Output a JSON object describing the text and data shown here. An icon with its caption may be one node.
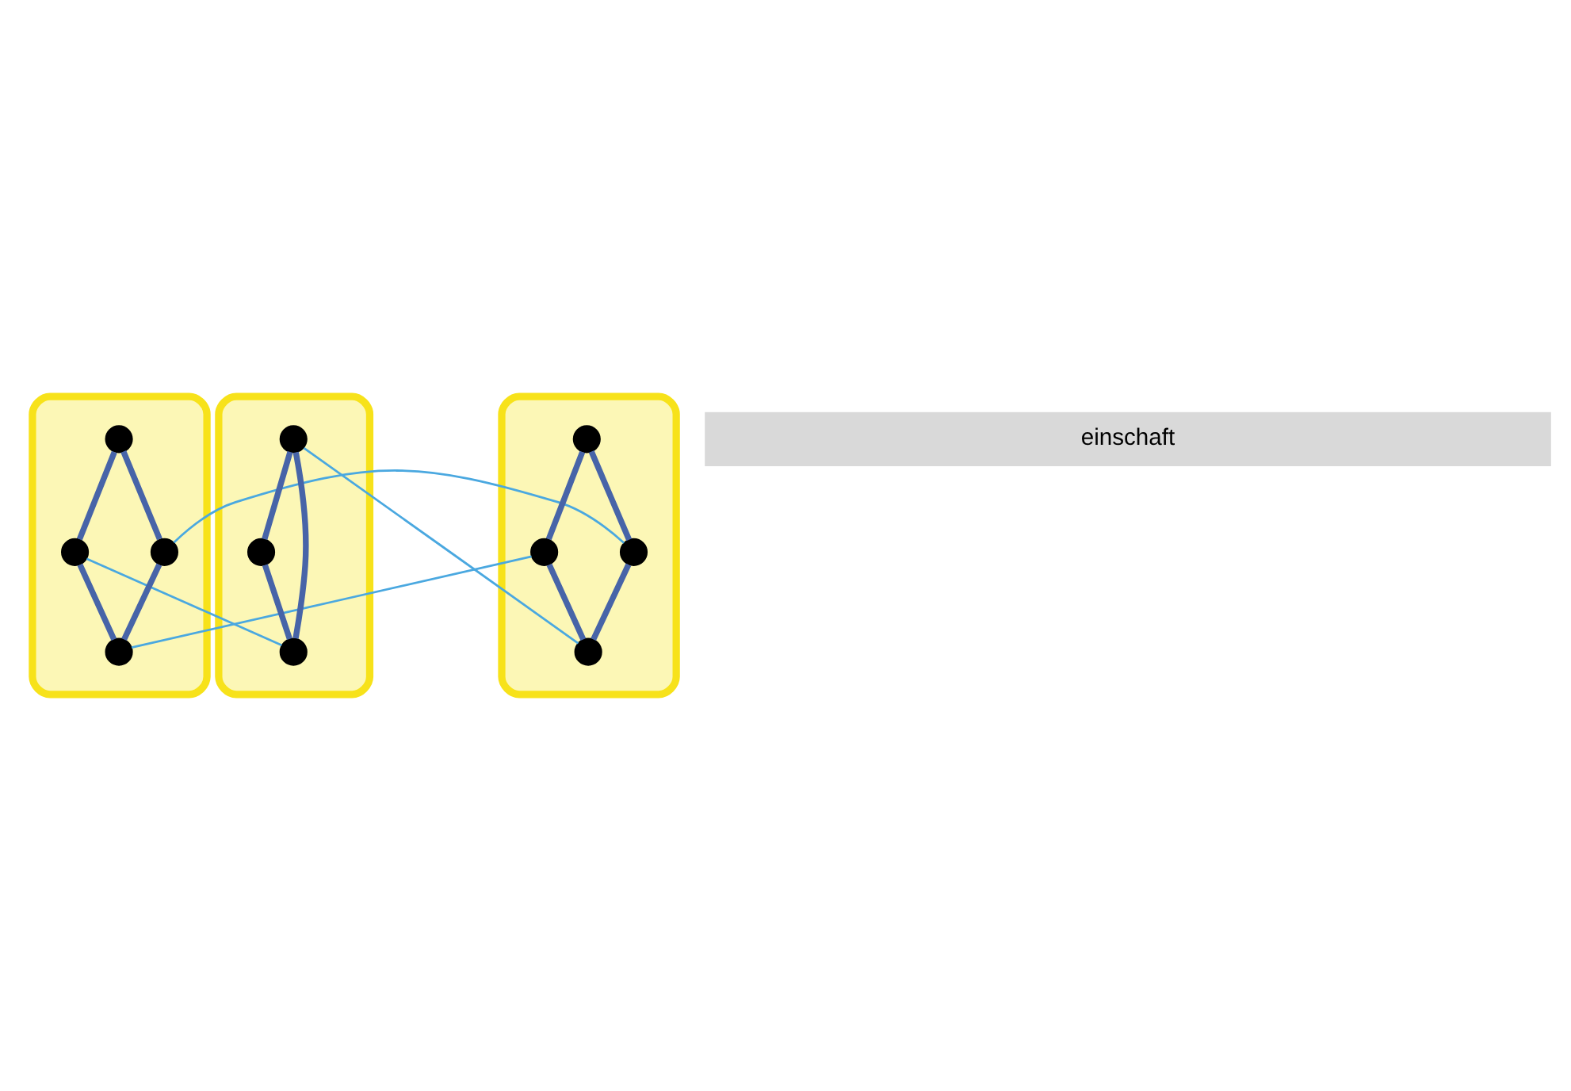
{
  "diagram": {
    "nodes": [
      {
        "text": [],
        "shape": "blob"
      },
      {
        "text": [],
        "shape": "circle",
        "in": 0
      },
      {
        "text": [],
        "shape": "circle",
        "in": 0
      },
      {
        "text": [],
        "shape": "circle",
        "in": 0
      },
      {
        "text": [],
        "shape": "circle",
        "in": 0
      },
      {
        "text": [],
        "shape": "blob"
      },
      {
        "text": [],
        "shape": "circle",
        "in": 5
      },
      {
        "text": [],
        "shape": "circle",
        "in": 5
      },
      {
        "text": [],
        "shape": "circle",
        "in": 5
      },
      {
        "text": [],
        "shape": "blob"
      },
      {
        "text": [],
        "shape": "circle",
        "in": 9
      },
      {
        "text": [],
        "shape": "circle",
        "in": 9
      },
      {
        "text": [],
        "shape": "circle",
        "in": 9
      },
      {
        "text": [],
        "shape": "circle",
        "in": 9
      }
    ],
    "edges": [
      {
        "from": 1,
        "to": 2,
        "arrow": "none"
      },
      {
        "from": 2,
        "to": 4,
        "arrow": "none"
      },
      {
        "from": 1,
        "to": 3,
        "arrow": "none"
      },
      {
        "from": 3,
        "to": 4,
        "arrow": "none"
      },
      {
        "from": 6,
        "to": 7,
        "arrow": "none"
      },
      {
        "from": 6,
        "to": 8,
        "arrow": "none"
      },
      {
        "from": 7,
        "to": 8,
        "arrow": "none"
      },
      {
        "from": 10,
        "to": 11,
        "arrow": "none"
      },
      {
        "from": 10,
        "to": 12,
        "arrow": "none"
      },
      {
        "from": 12,
        "to": 13,
        "arrow": "none"
      },
      {
        "from": 11,
        "to": 13,
        "arrow": "none"
      },
      {
        "from": 2,
        "to": 8,
        "arrow": "none",
        "color": "#4aa8e0"
      },
      {
        "from": 4,
        "to": 11,
        "arrow": "none",
        "color": "#4aa8e0"
      },
      {
        "from": 3,
        "to": 12,
        "arrow": "none",
        "color": "#4aa8e0"
      },
      {
        "from": 6,
        "to": 13,
        "arrow": "none",
        "color": "#4aa8e0"
      }
    ],
    "labels": [
      "einschaft"
    ]
  }
}
